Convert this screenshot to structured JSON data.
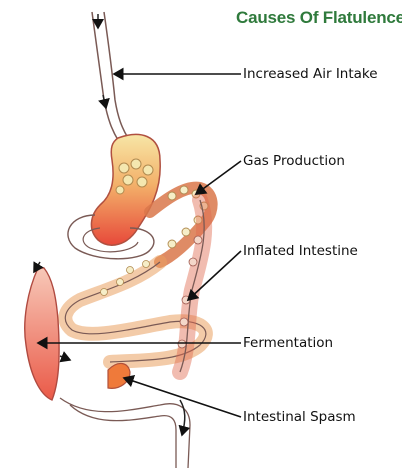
{
  "title": "Causes Of Flatulence",
  "labels": [
    "Increased Air Intake",
    "Gas Production",
    "Inflated Intestine",
    "Fermentation",
    "Intestinal Spasm"
  ],
  "colors": {
    "title": "#2f7a3c",
    "stomach": "#e8553a",
    "outline": "#7a5a55",
    "bubbles": "#f4e7b0"
  }
}
